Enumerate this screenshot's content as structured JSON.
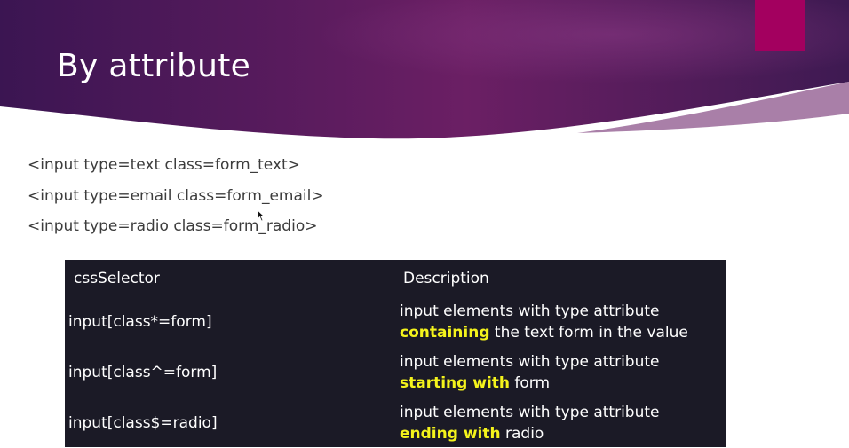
{
  "slide": {
    "title": "By attribute",
    "accent_color": "#a3005f",
    "banner_colors": [
      "#3b1552",
      "#6b1f64",
      "#3e1a52"
    ]
  },
  "code_lines": [
    "<input type=text class=form_text>",
    "<input type=email class=form_email>",
    "<input type=radio class=form_radio>"
  ],
  "table": {
    "headers": {
      "selector": "cssSelector",
      "description": "Description"
    },
    "rows": [
      {
        "selector": "input[class*=form]",
        "line1": "input elements with type attribute",
        "highlight": "containing",
        "rest": " the text form in the value"
      },
      {
        "selector": "input[class^=form]",
        "line1": "input elements with type attribute",
        "highlight": "starting with",
        "rest": " form"
      },
      {
        "selector": "input[class$=radio]",
        "line1": "input elements with type attribute",
        "highlight": "ending with",
        "rest": " radio"
      }
    ],
    "background": "#1b1a26",
    "highlight_color": "#f4f31c"
  }
}
